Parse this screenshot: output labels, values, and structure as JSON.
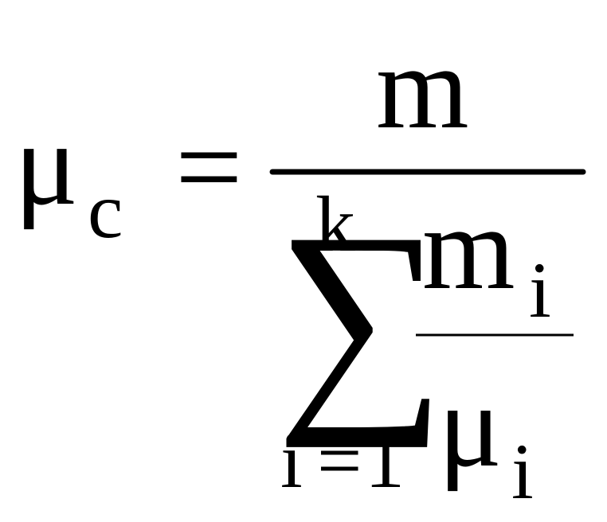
{
  "formula": {
    "lhs": {
      "symbol": "μ",
      "subscript": "c"
    },
    "equals": "=",
    "numerator": "m",
    "denominator": {
      "sum_symbol": "∑",
      "upper_limit": "k",
      "lower_index": "i",
      "lower_equals": "=",
      "lower_start": "1",
      "term": {
        "numerator_symbol": "m",
        "numerator_subscript": "i",
        "denominator_symbol": "μ",
        "denominator_subscript": "i"
      }
    }
  }
}
